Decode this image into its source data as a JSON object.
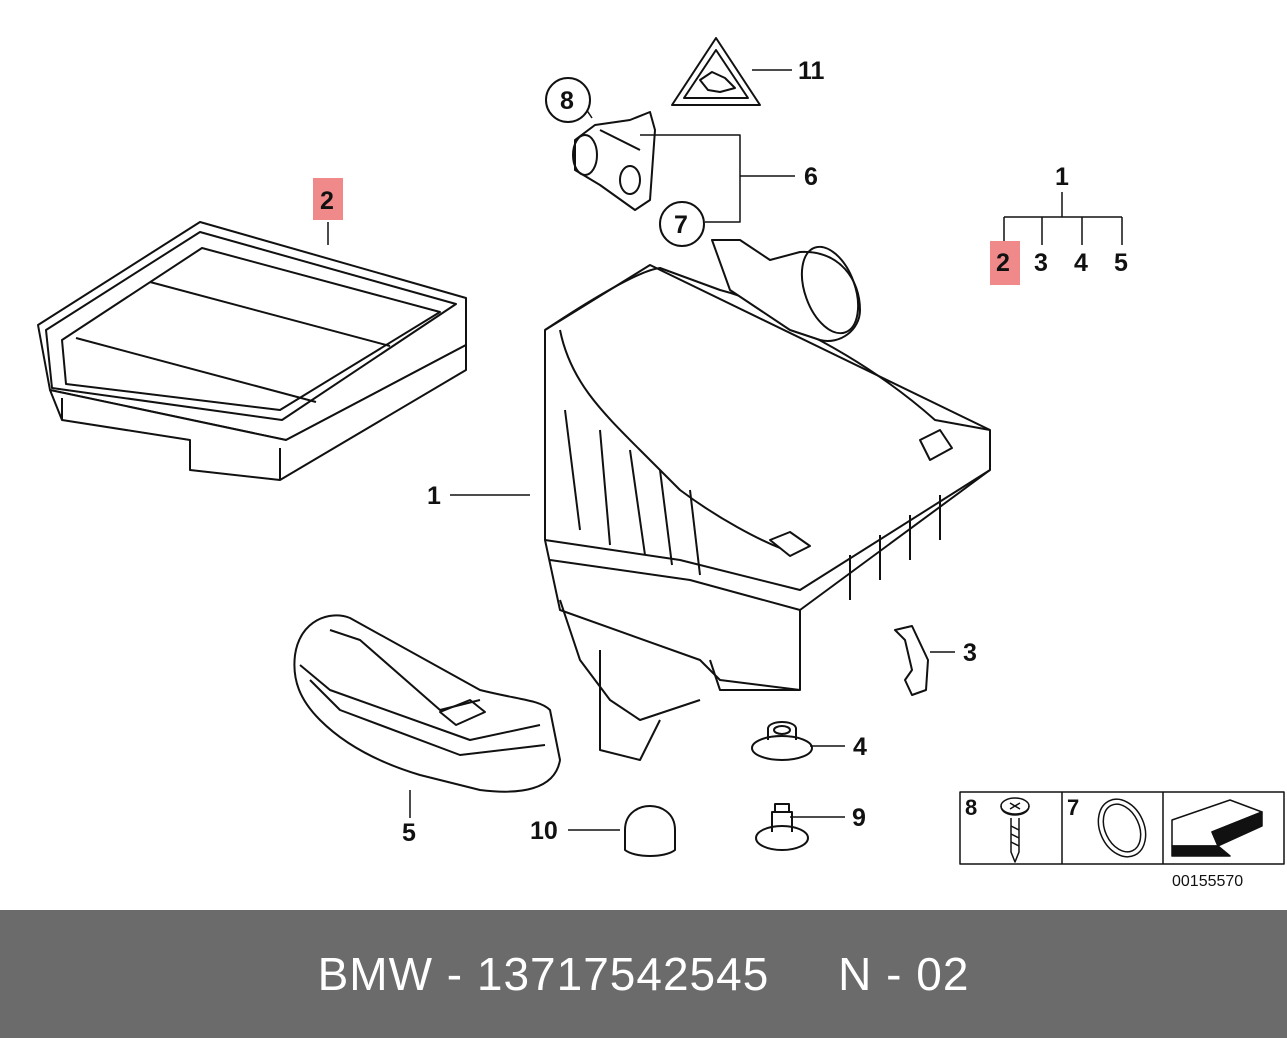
{
  "callouts": {
    "c1_left": "1",
    "c2_filter": "2",
    "c3": "3",
    "c4": "4",
    "c5": "5",
    "c6": "6",
    "c7": "7",
    "c8": "8",
    "c9": "9",
    "c10": "10",
    "c11": "11"
  },
  "tree": {
    "root": "1",
    "children": [
      "2",
      "3",
      "4",
      "5"
    ]
  },
  "legend": {
    "item_a": "8",
    "item_b": "7"
  },
  "drawing_number": "00155570",
  "footer": {
    "text": "BMW - 13717542545     N - 02"
  },
  "colors": {
    "highlight": "#f08a8a",
    "footer_bg": "#6b6b6b",
    "line": "#111111"
  }
}
